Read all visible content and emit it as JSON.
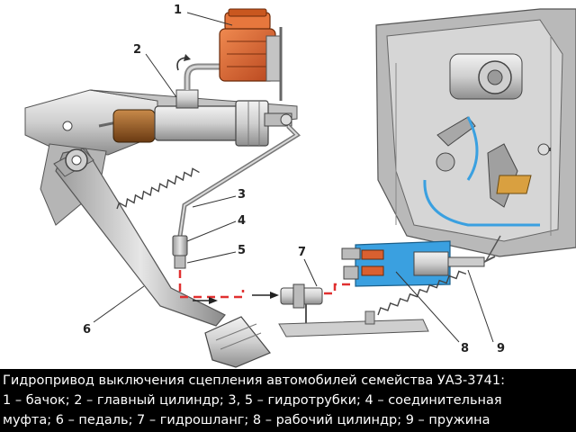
{
  "figure": {
    "labels": [
      "1",
      "2",
      "3",
      "4",
      "5",
      "6",
      "7",
      "8",
      "9"
    ]
  },
  "caption": {
    "line1": "Гидропривод выключения сцепления автомобилей семейства УАЗ-3741:",
    "line2": "1 – бачок; 2 – главный цилиндр; 3, 5 – гидротрубки; 4 – соединительная",
    "line3": "муфта; 6 – педаль; 7 – гидрошланг; 8 – рабочий цилиндр; 9 – пружина"
  },
  "colors": {
    "reservoir": "#d9602a",
    "fluid_line": "#e03030",
    "working_cylinder": "#3aa0e0",
    "metal_light": "#d8d8d8",
    "metal_dark": "#9a9a9a",
    "piston": "#8a5a2a"
  }
}
